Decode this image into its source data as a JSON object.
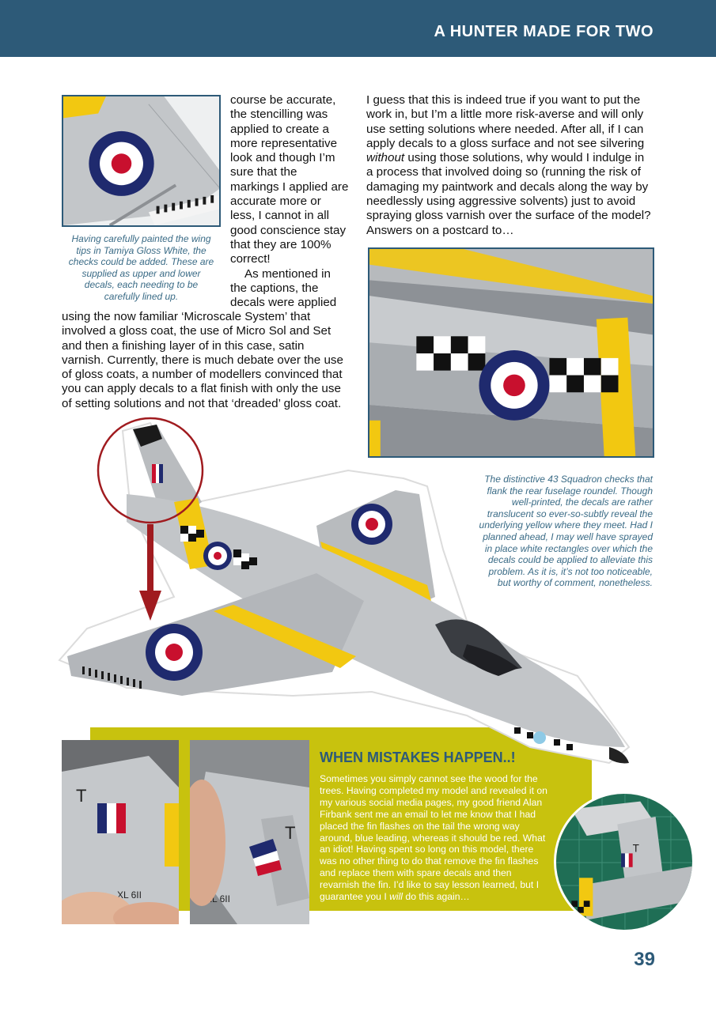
{
  "header": {
    "title": "A  HUNTER MADE FOR TWO"
  },
  "captions": {
    "wingtip": [
      "Having carefully painted the wing",
      "tips in Tamiya Gloss White, the",
      "checks could be added. These are",
      "supplied as upper and lower",
      "decals, each needing to be",
      "carefully lined up."
    ],
    "fuselage": [
      "The distinctive 43 Squadron checks that",
      "flank the rear fuselage roundel. Though",
      "well-printed, the decals are rather",
      "translucent so ever-so-subtly reveal the",
      "underlying yellow where they meet. Had I",
      "planned ahead, I may well have sprayed",
      "in place white rectangles over which the",
      "decals could be applied to alleviate this",
      "problem. As it is, it’s not too noticeable,",
      "but worthy of comment, nonetheless."
    ]
  },
  "body": {
    "narrow_column": [
      "course be accurate,",
      "the stencilling was",
      "applied to create a",
      "more representative",
      "look and though I’m",
      "sure that the",
      "markings I applied are",
      "accurate more or",
      "less, I cannot in all",
      "good conscience stay",
      "that they are 100%",
      "correct!",
      "As mentioned in",
      "the captions, the",
      "decals were applied"
    ],
    "wide_column": [
      "using the now familiar ‘Microscale System’ that",
      "involved a gloss coat, the use of Micro Sol and Set",
      "and then a finishing layer of in this case, satin",
      "varnish. Currently, there is much debate over the use",
      "of gloss coats, a number of modellers convinced that",
      "you can apply decals to a flat finish with only the use",
      "of setting solutions and not that ‘dreaded’ gloss coat."
    ],
    "right_column": {
      "line1": "I guess that this is indeed true if you want to put the",
      "line2": "work in, but I’m a little more risk-averse and will only",
      "line3": "use setting solutions where needed. After all, if I can",
      "line4": "apply decals to a gloss surface and not see silvering",
      "line5_em": "without",
      "line5_rest": " using those solutions, why would I indulge in",
      "line6": "a process that involved doing so (running the risk of",
      "line7": "damaging my paintwork and decals along the way by",
      "line8": "needlessly using aggressive solvents) just to avoid",
      "line9": "spraying gloss varnish over the surface of the model?",
      "line10": "Answers on a postcard to…"
    }
  },
  "sidebar": {
    "title": "WHEN MISTAKES HAPPEN..!",
    "lines": [
      "Sometimes you simply cannot see the wood for the",
      "trees. Having completed my model and revealed it on",
      "my various social media pages, my good friend Alan",
      "Firbank sent me an email to let me know that I had",
      "placed the fin flashes on the tail the wrong way",
      "around, blue leading, whereas it should be red. What",
      "an idiot! Having spent so long on this model, there",
      "was no other thing to do that remove the fin flashes",
      "and replace them with spare decals and then",
      "revarnish the fin. I’d like to say lesson learned, but I"
    ],
    "last_line_start": "guarantee you I ",
    "last_line_em": "will",
    "last_line_end": " do this again…"
  },
  "photo_labels": {
    "serial": "XL 6II",
    "tail_letter": "T"
  },
  "page_number": "39",
  "colors": {
    "header": "#2d5a78",
    "sidebar_bg": "#c8c20e",
    "roundel_blue": "#1f2a6e",
    "roundel_red": "#c8102e",
    "model_grey": "#b9bcbf",
    "band_yellow": "#f2c811"
  }
}
